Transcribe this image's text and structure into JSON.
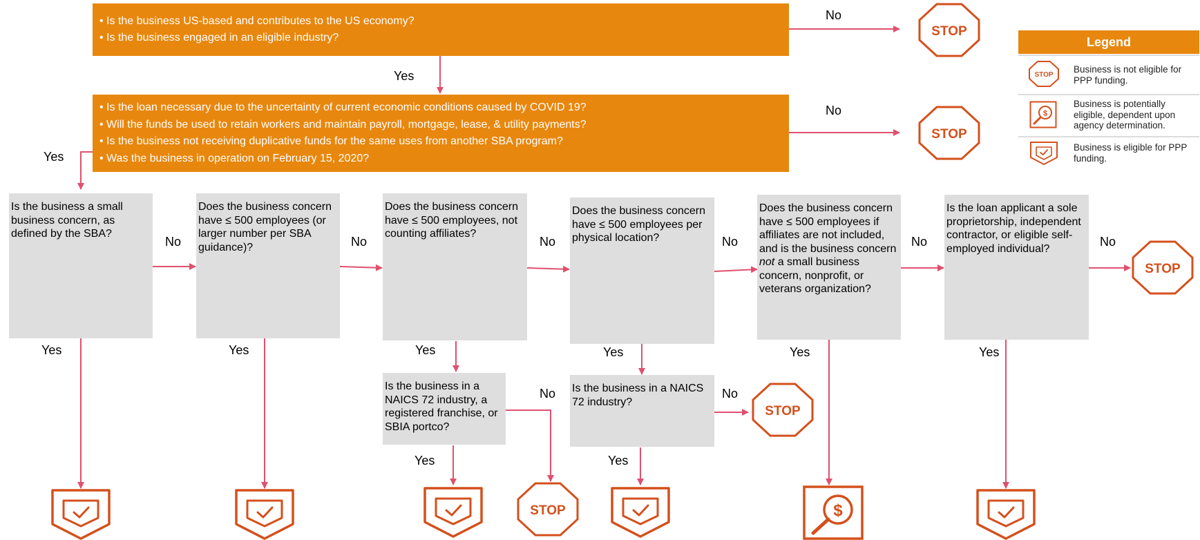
{
  "banner_top": {
    "questions": [
      "Is the business US-based and contributes to the US economy?",
      "Is the business engaged in an eligible industry?"
    ]
  },
  "banner_mid": {
    "questions": [
      "Is the loan necessary due to the uncertainty of current economic conditions caused by COVID 19?",
      "Will the funds be used to retain workers and maintain payroll, mortgage, lease, & utility payments?",
      "Is the business not receiving duplicative funds for the same uses from another SBA program?",
      "Was the business in operation on February 15, 2020?"
    ]
  },
  "boxes": {
    "small_business": "Is the business a small business concern, as defined by the SBA?",
    "employees_500": "Does the business concern have ≤ 500 employees (or larger number per SBA guidance)?",
    "no_affiliates": "Does the business concern have ≤ 500 employees, not counting affiliates?",
    "per_location": "Does the business concern have ≤ 500 employees per physical location?",
    "affiliates_excluded_before": "Does the business concern have ≤ 500 employees if affiliates are not included, and is the business concern",
    "affiliates_excluded_emph": "not",
    "affiliates_excluded_after": "a small business concern, nonprofit, or veterans organization?",
    "sole_prop": "Is the loan applicant a sole proprietorship, independent contractor, or eligible self-employed individual?",
    "naics_franchise": "Is the business in a NAICS 72 industry, a registered franchise, or SBIA portco?",
    "naics_only": "Is the business in a NAICS 72 industry?"
  },
  "labels": {
    "yes": "Yes",
    "no": "No",
    "stop": "STOP",
    "dollar": "$"
  },
  "legend": {
    "title": "Legend",
    "items": [
      {
        "icon": "stop-icon",
        "text": "Business is not eligible for PPP funding."
      },
      {
        "icon": "magnifier-dollar-icon",
        "text": "Business is potentially eligible, dependent upon agency determination."
      },
      {
        "icon": "shield-check-icon",
        "text": "Business is eligible for PPP funding."
      }
    ]
  },
  "colors": {
    "banner": "#E8870E",
    "box": "#DEDEDE",
    "arrow": "#E0506E",
    "icon": "#D4501C"
  }
}
